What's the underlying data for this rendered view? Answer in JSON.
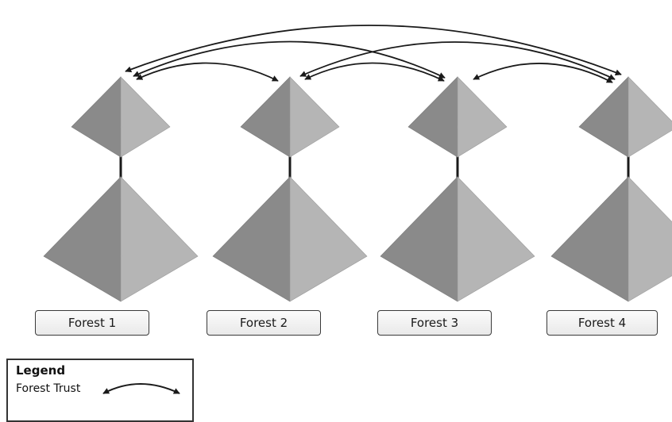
{
  "forests": [
    {
      "label": "Forest 1"
    },
    {
      "label": "Forest 2"
    },
    {
      "label": "Forest 3"
    },
    {
      "label": "Forest 4"
    }
  ],
  "legend": {
    "title": "Legend",
    "entries": [
      {
        "label": "Forest Trust",
        "symbol": "curved-double-arrow-icon"
      }
    ]
  },
  "trusts": [
    {
      "from": "Forest 1",
      "to": "Forest 2"
    },
    {
      "from": "Forest 1",
      "to": "Forest 3"
    },
    {
      "from": "Forest 1",
      "to": "Forest 4"
    },
    {
      "from": "Forest 2",
      "to": "Forest 3"
    },
    {
      "from": "Forest 2",
      "to": "Forest 4"
    },
    {
      "from": "Forest 3",
      "to": "Forest 4"
    }
  ],
  "colors": {
    "pyramid_left_face": "#8a8a8a",
    "pyramid_right_face": "#b5b5b5",
    "line": "#1a1a1a"
  }
}
